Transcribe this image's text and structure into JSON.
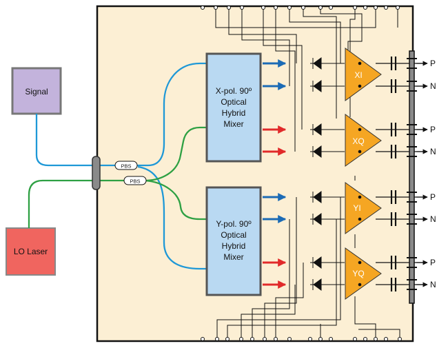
{
  "sources": {
    "signal": "Signal",
    "lo_laser": "LO Laser"
  },
  "splitters": [
    "PBS",
    "PBS"
  ],
  "mixers": [
    {
      "lines": [
        "X-pol. 90º",
        "Optical",
        "Hybrid",
        "Mixer"
      ]
    },
    {
      "lines": [
        "Y-pol. 90º",
        "Optical",
        "Hybrid",
        "Mixer"
      ]
    }
  ],
  "amplifiers": [
    "XI",
    "XQ",
    "YI",
    "YQ"
  ],
  "outputs": [
    "P",
    "N",
    "P",
    "N",
    "P",
    "N",
    "P",
    "N"
  ],
  "colors": {
    "package_fill": "#fcefd4",
    "signal_box": "#c3b3dc",
    "lo_box": "#f0655f",
    "mixer_box": "#b9d9f2",
    "amplifier": "#f5a623",
    "signal_fiber": "#1e98d7",
    "lo_fiber": "#2ea043",
    "arrow_blue": "#1c6bb5",
    "arrow_red": "#e12a2a"
  }
}
